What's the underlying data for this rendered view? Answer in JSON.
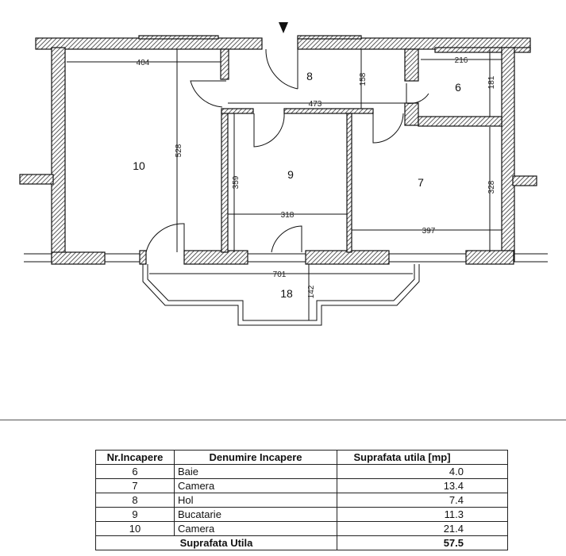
{
  "plan": {
    "rooms": [
      {
        "number": "10"
      },
      {
        "number": "8"
      },
      {
        "number": "6"
      },
      {
        "number": "9"
      },
      {
        "number": "7"
      },
      {
        "number": "18"
      }
    ],
    "dimensions": {
      "d404": "404",
      "d528": "528",
      "d158": "158",
      "d473": "473",
      "d216": "216",
      "d181": "181",
      "d359": "359",
      "d318": "318",
      "d328": "328",
      "d397": "397",
      "d701": "701",
      "d142": "142"
    }
  },
  "table": {
    "headers": [
      "Nr.Incapere",
      "Denumire Incapere",
      "Suprafata utila [mp]"
    ],
    "rows": [
      {
        "nr": "6",
        "name": "Baie",
        "area": "4.0"
      },
      {
        "nr": "7",
        "name": "Camera",
        "area": "13.4"
      },
      {
        "nr": "8",
        "name": "Hol",
        "area": "7.4"
      },
      {
        "nr": "9",
        "name": "Bucatarie",
        "area": "11.3"
      },
      {
        "nr": "10",
        "name": "Camera",
        "area": "21.4"
      }
    ],
    "total_label": "Suprafata Utila",
    "total_value": "57.5"
  }
}
